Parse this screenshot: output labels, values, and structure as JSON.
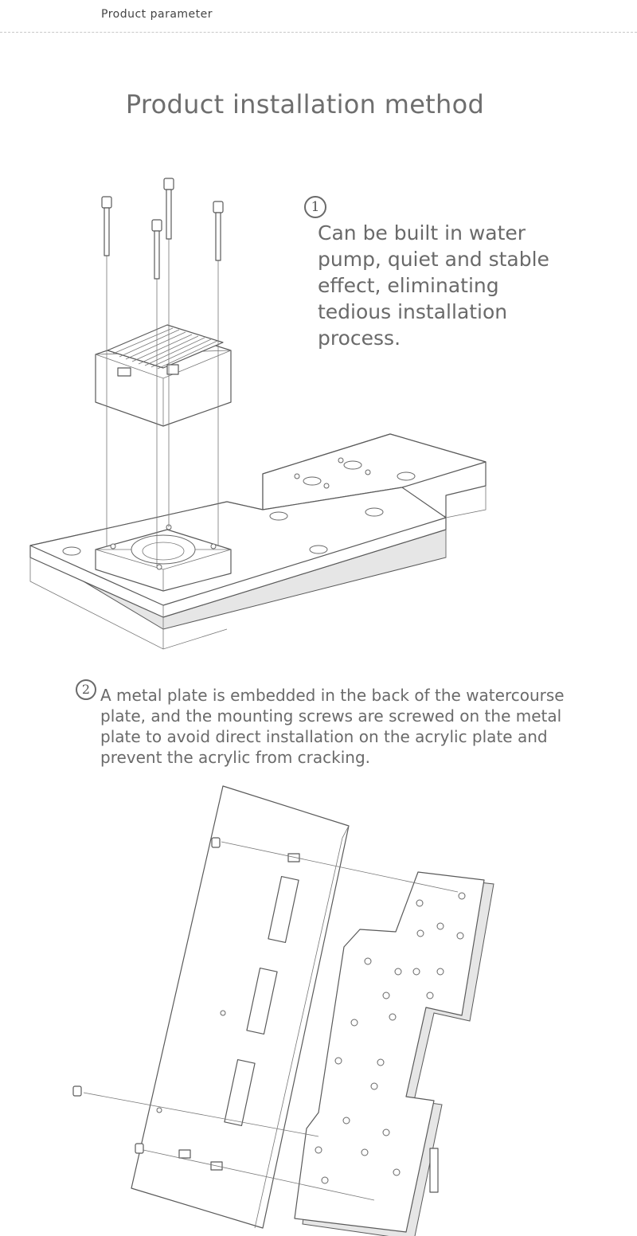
{
  "header": {
    "label": "Product parameter"
  },
  "page_title": "Product installation method",
  "steps": [
    {
      "marker": "1",
      "text": "Can be built in water pump, quiet and stable effect, eliminating tedious installation process."
    },
    {
      "marker": "2",
      "text": "A metal plate is embedded in the back of the watercourse plate, and the mounting screws are screwed on the metal plate to avoid direct installation on the acrylic plate and prevent the acrylic from cracking."
    }
  ]
}
